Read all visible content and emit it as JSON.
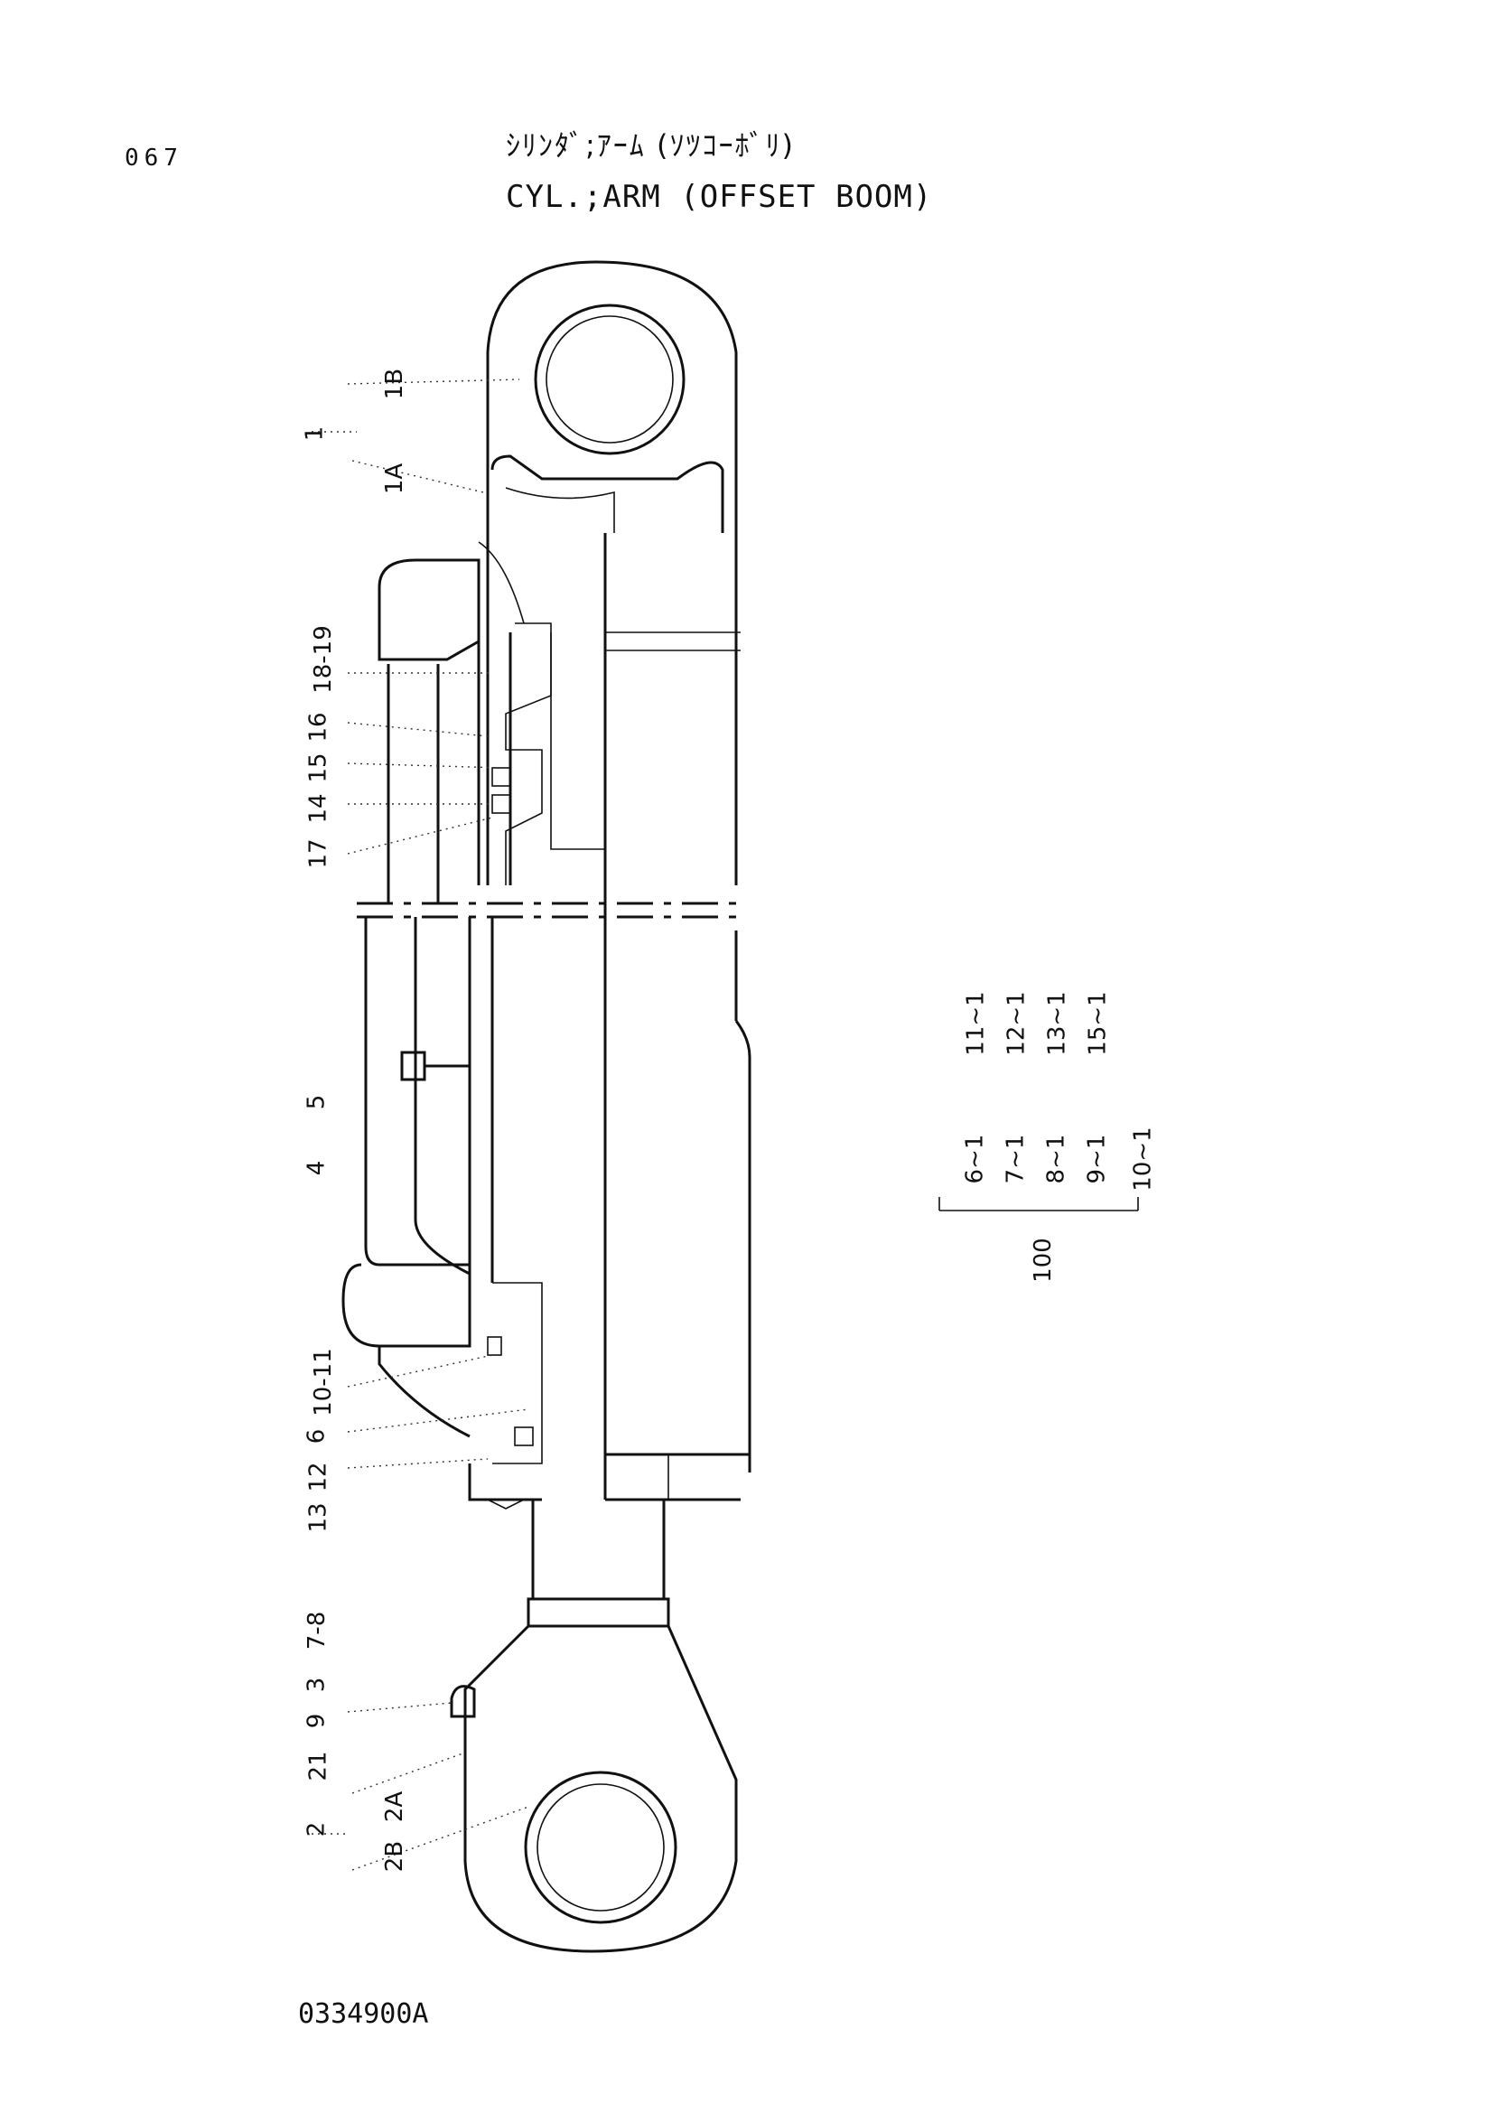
{
  "header": {
    "page_number": "067",
    "title_jp": "ｼﾘﾝﾀﾞ;ｱｰﾑ (ｿﾂｺｰﾎﾞﾘ)",
    "title_en": "CYL.;ARM (OFFSET BOOM)"
  },
  "footer": {
    "drawing_code": "0334900A"
  },
  "callouts": [
    {
      "id": "c-1",
      "text": "1"
    },
    {
      "id": "c-1a",
      "text": "1A"
    },
    {
      "id": "c-1b",
      "text": "1B"
    },
    {
      "id": "c-18-19",
      "text": "18-19"
    },
    {
      "id": "c-16",
      "text": "16"
    },
    {
      "id": "c-15",
      "text": "15"
    },
    {
      "id": "c-14",
      "text": "14"
    },
    {
      "id": "c-17",
      "text": "17"
    },
    {
      "id": "c-5",
      "text": "5"
    },
    {
      "id": "c-4",
      "text": "4"
    },
    {
      "id": "c-10-11",
      "text": "10-11"
    },
    {
      "id": "c-6",
      "text": "6"
    },
    {
      "id": "c-12",
      "text": "12"
    },
    {
      "id": "c-13",
      "text": "13"
    },
    {
      "id": "c-7-8",
      "text": "7-8"
    },
    {
      "id": "c-3",
      "text": "3"
    },
    {
      "id": "c-9",
      "text": "9"
    },
    {
      "id": "c-21",
      "text": "21"
    },
    {
      "id": "c-2",
      "text": "2"
    },
    {
      "id": "c-2a",
      "text": "2A"
    },
    {
      "id": "c-2b",
      "text": "2B"
    }
  ],
  "kit": {
    "row_top": [
      "11~1",
      "12~1",
      "13~1",
      "15~1"
    ],
    "row_bottom": [
      "6~1",
      "7~1",
      "8~1",
      "9~1",
      "10~1"
    ],
    "group_label": "100"
  }
}
